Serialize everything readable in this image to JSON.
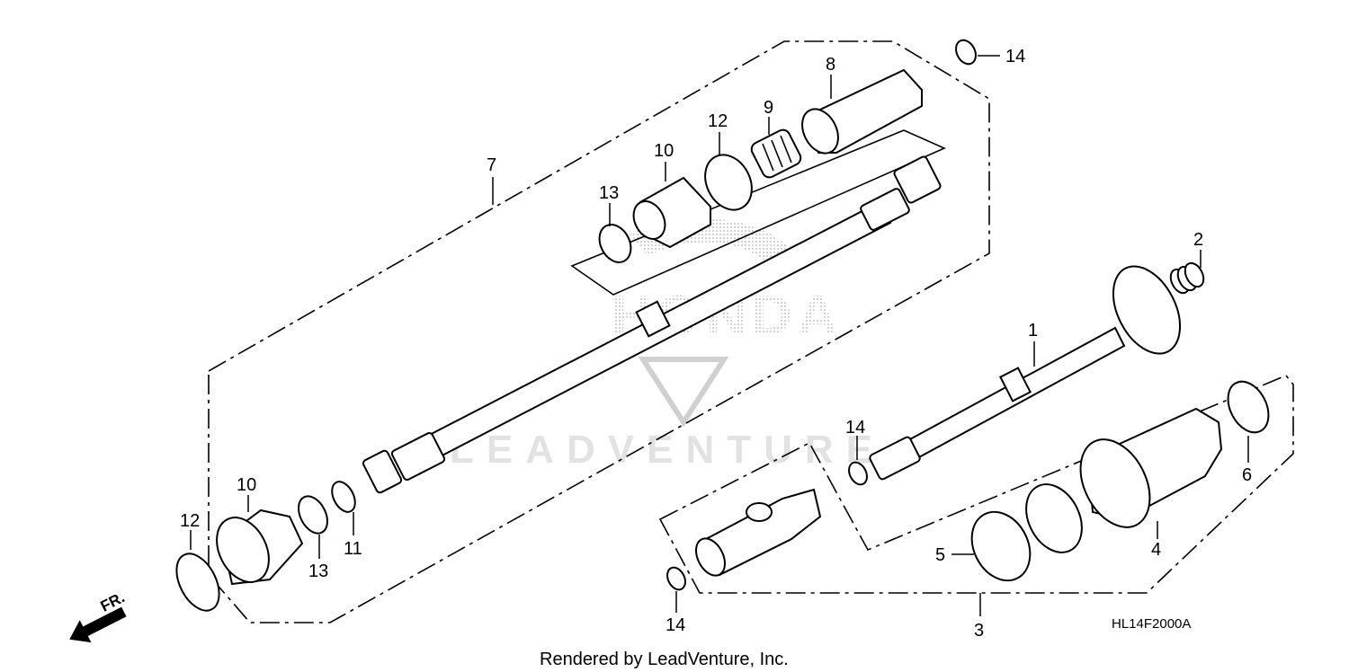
{
  "diagram": {
    "callouts": {
      "c1": "1",
      "c2": "2",
      "c3": "3",
      "c4": "4",
      "c5": "5",
      "c6": "6",
      "c7": "7",
      "c8": "8",
      "c9": "9",
      "c10a": "10",
      "c10b": "10",
      "c11": "11",
      "c12a": "12",
      "c12b": "12",
      "c13a": "13",
      "c13b": "13",
      "c14a": "14",
      "c14b": "14",
      "c14c": "14"
    },
    "direction_label": "FR.",
    "diagram_code": "HL14F2000A",
    "credit": "Rendered by LeadVenture, Inc.",
    "watermark_brand": "HONDA",
    "watermark_text": "LEADVENTURE"
  },
  "colors": {
    "line": "#000000",
    "watermark": "#c8c8c8",
    "background": "#ffffff"
  }
}
